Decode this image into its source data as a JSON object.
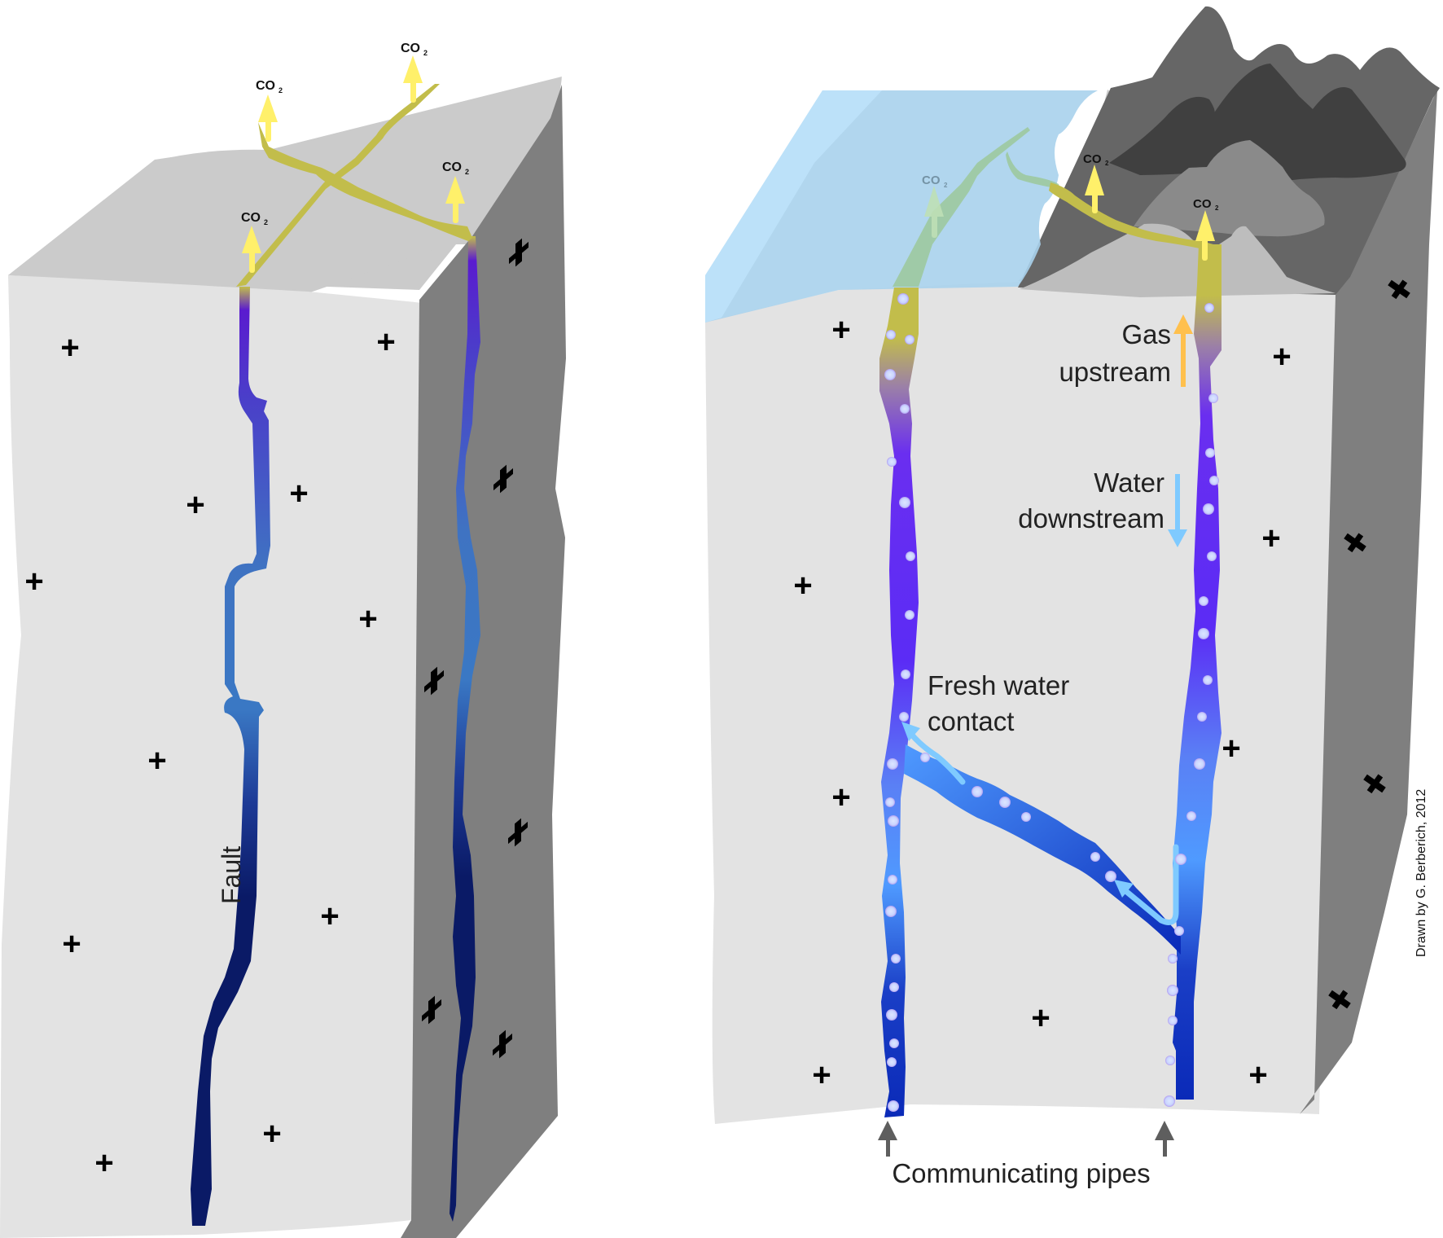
{
  "left_block": {
    "fault_label": "Fault",
    "co2_labels": [
      "CO",
      "CO",
      "CO",
      "CO"
    ],
    "co2_subscript": "2"
  },
  "right_block": {
    "co2_labels": [
      "CO",
      "CO",
      "CO"
    ],
    "co2_subscript": "2",
    "gas_label_line1": "Gas",
    "gas_label_line2": "upstream",
    "water_label_line1": "Water",
    "water_label_line2": "downstream",
    "fresh_label_line1": "Fresh water",
    "fresh_label_line2": "contact",
    "pipes_label": "Communicating pipes"
  },
  "credit": "Drawn by G. Berberich, 2012",
  "colors": {
    "front_face": "#e3e3e3",
    "top_face": "#cbcbcb",
    "side_face": "#7f7f7f",
    "gas_yellow": "#c2bd4b",
    "co2_arrow": "#fff06a",
    "deep_blue": "#0a1a66",
    "violet": "#5b13f5",
    "lake": "#a8d2ec",
    "gas_arrow": "#ffc04d",
    "water_arrow": "#7fcaff"
  }
}
